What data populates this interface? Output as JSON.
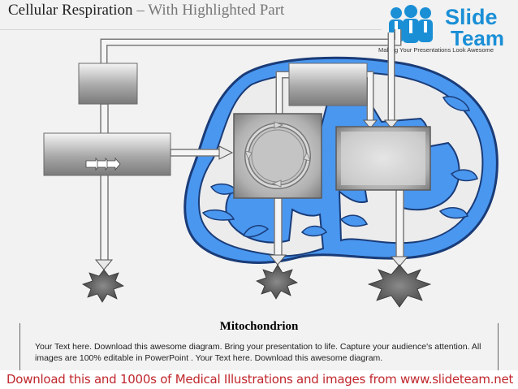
{
  "header": {
    "title": "Cellular Respiration",
    "subtitle": " – With Highlighted Part"
  },
  "logo": {
    "word1": "Slide",
    "word2": "Team",
    "tagline": "Making Your Presentations Look Awesome"
  },
  "diagram": {
    "label": "Mitochondrion",
    "colors": {
      "membrane_fill": "#4a97f0",
      "membrane_stroke": "#1a3c78",
      "cell_fill": "#ececec",
      "box_gray": "#9a9a9a",
      "arrow_gray": "#c8c8c8"
    }
  },
  "description": "Your Text here. Download this awesome diagram. Bring your presentation to life. Capture your audience's attention. All images are 100% editable in PowerPoint . Your Text here. Download this awesome diagram.",
  "footer": {
    "banner": "Download this and 1000s of Medical Illustrations and images from www.slideteam.net"
  }
}
